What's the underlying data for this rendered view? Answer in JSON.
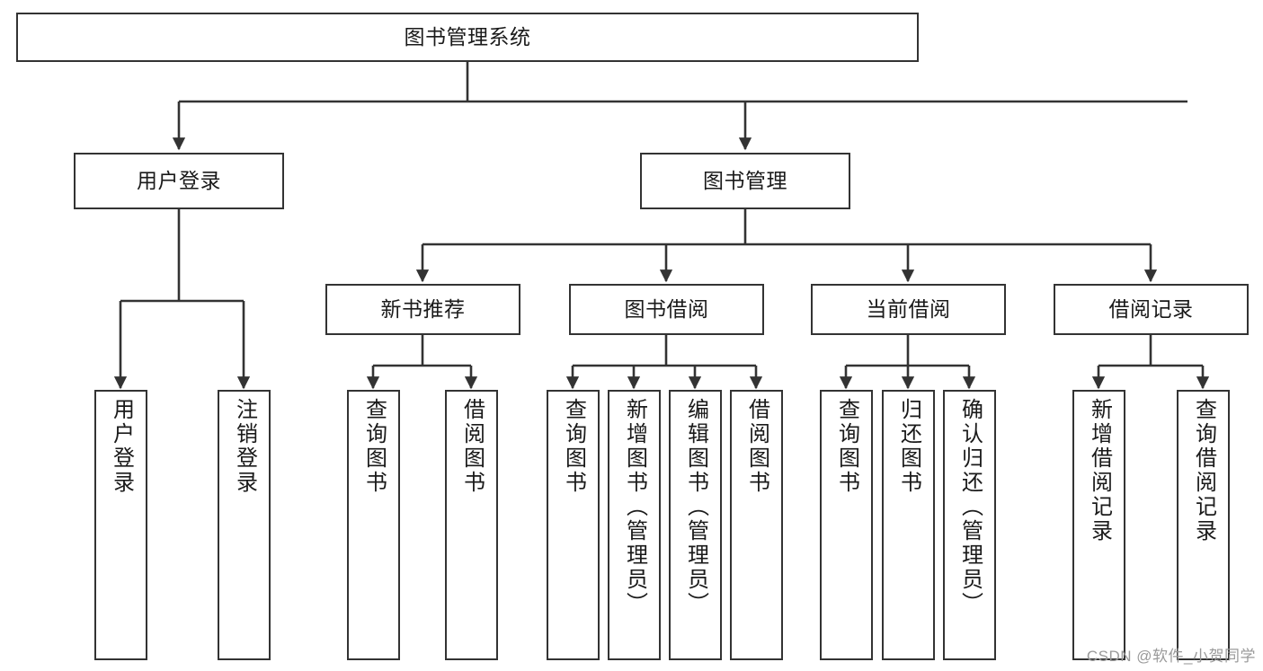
{
  "diagram": {
    "title": "图书管理系统",
    "type": "tree-hierarchy-chart",
    "watermark": "CSDN @软件_小贺同学",
    "colors": {
      "box_border": "#333333",
      "box_fill": "#ffffff",
      "connector": "#333333",
      "text": "#1a1a1a",
      "watermark": "#9a9a9a",
      "background": "#ffffff"
    },
    "root": {
      "label": "图书管理系统"
    },
    "level2": [
      {
        "label": "用户登录"
      },
      {
        "label": "图书管理"
      }
    ],
    "level3": [
      {
        "label": "新书推荐"
      },
      {
        "label": "图书借阅"
      },
      {
        "label": "当前借阅"
      },
      {
        "label": "借阅记录"
      }
    ],
    "leaves": {
      "user_login": [
        {
          "label": "用户登录"
        },
        {
          "label": "注销登录"
        }
      ],
      "new_book_recommend": [
        {
          "label": "查询图书"
        },
        {
          "label": "借阅图书"
        }
      ],
      "book_borrow": [
        {
          "label": "查询图书"
        },
        {
          "label": "新增图书（管理员）"
        },
        {
          "label": "编辑图书（管理员）"
        },
        {
          "label": "借阅图书"
        }
      ],
      "current_borrow": [
        {
          "label": "查询图书"
        },
        {
          "label": "归还图书"
        },
        {
          "label": "确认归还（管理员）"
        }
      ],
      "borrow_record": [
        {
          "label": "新增借阅记录"
        },
        {
          "label": "查询借阅记录"
        }
      ]
    }
  }
}
